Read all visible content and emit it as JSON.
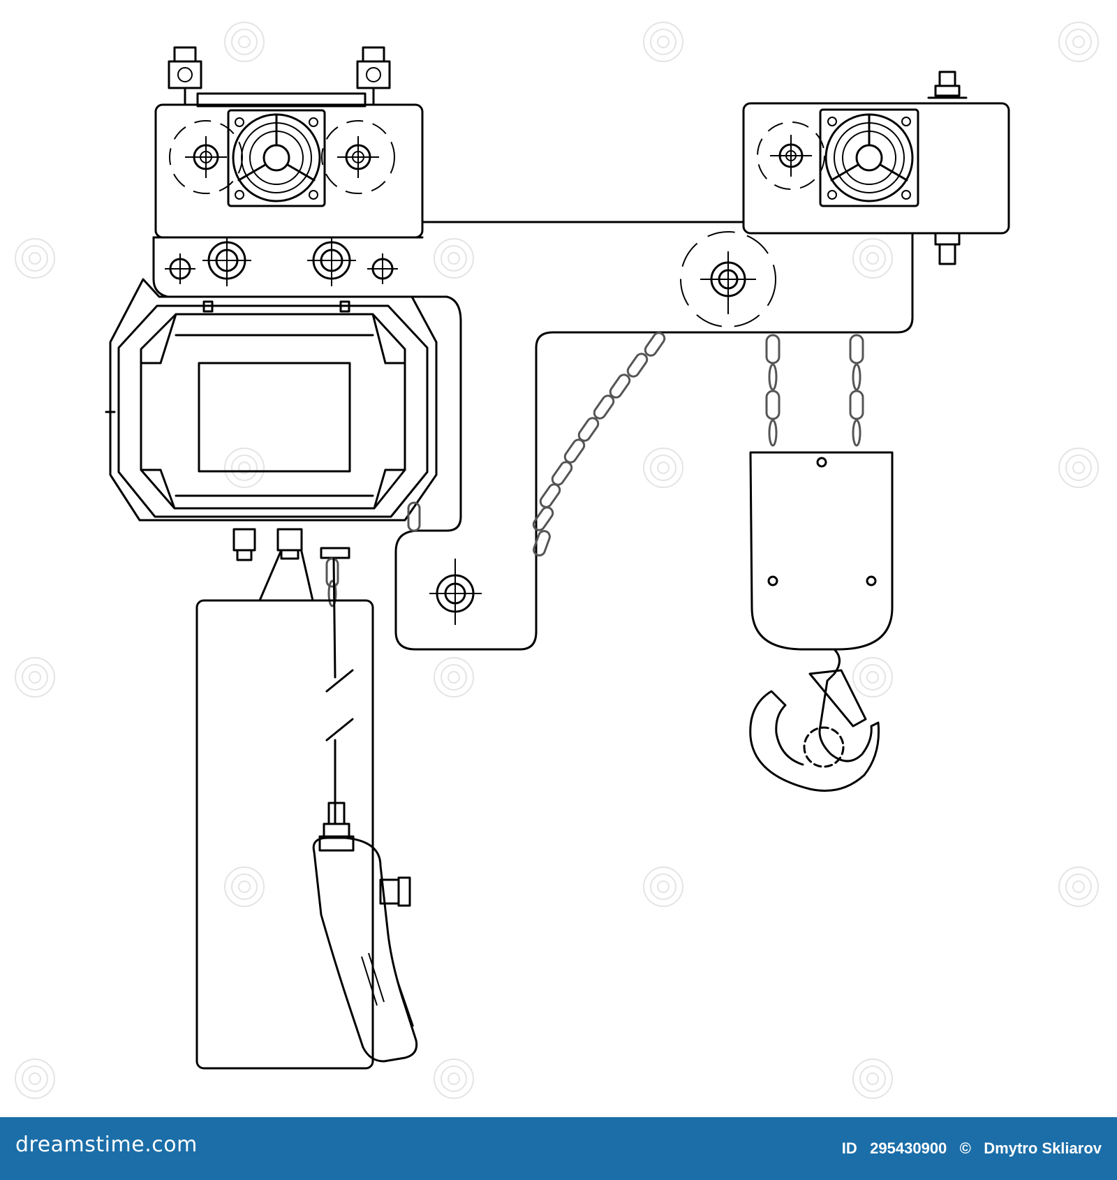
{
  "footer": {
    "brand": "dreamstime.com",
    "id_label": "ID",
    "id_number": "295430900",
    "copyright_symbol": "©",
    "author": "Dmytro Skliarov"
  },
  "colors": {
    "footer_bg": "#1b6ea8",
    "line": "#000000",
    "chain": "#555555",
    "watermark": "#e4e4e4"
  },
  "diagram": {
    "subject": "electric chain hoist outline drawing",
    "parts": [
      "trolley-left",
      "trolley-right",
      "motor-housing",
      "chain-bag",
      "pendant-controller",
      "hook-block",
      "load-hook",
      "chain"
    ]
  }
}
